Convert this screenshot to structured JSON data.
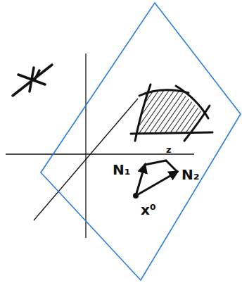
{
  "diagram": {
    "labels": [
      "N₁",
      "N₂",
      "z",
      "x⁰"
    ]
  }
}
